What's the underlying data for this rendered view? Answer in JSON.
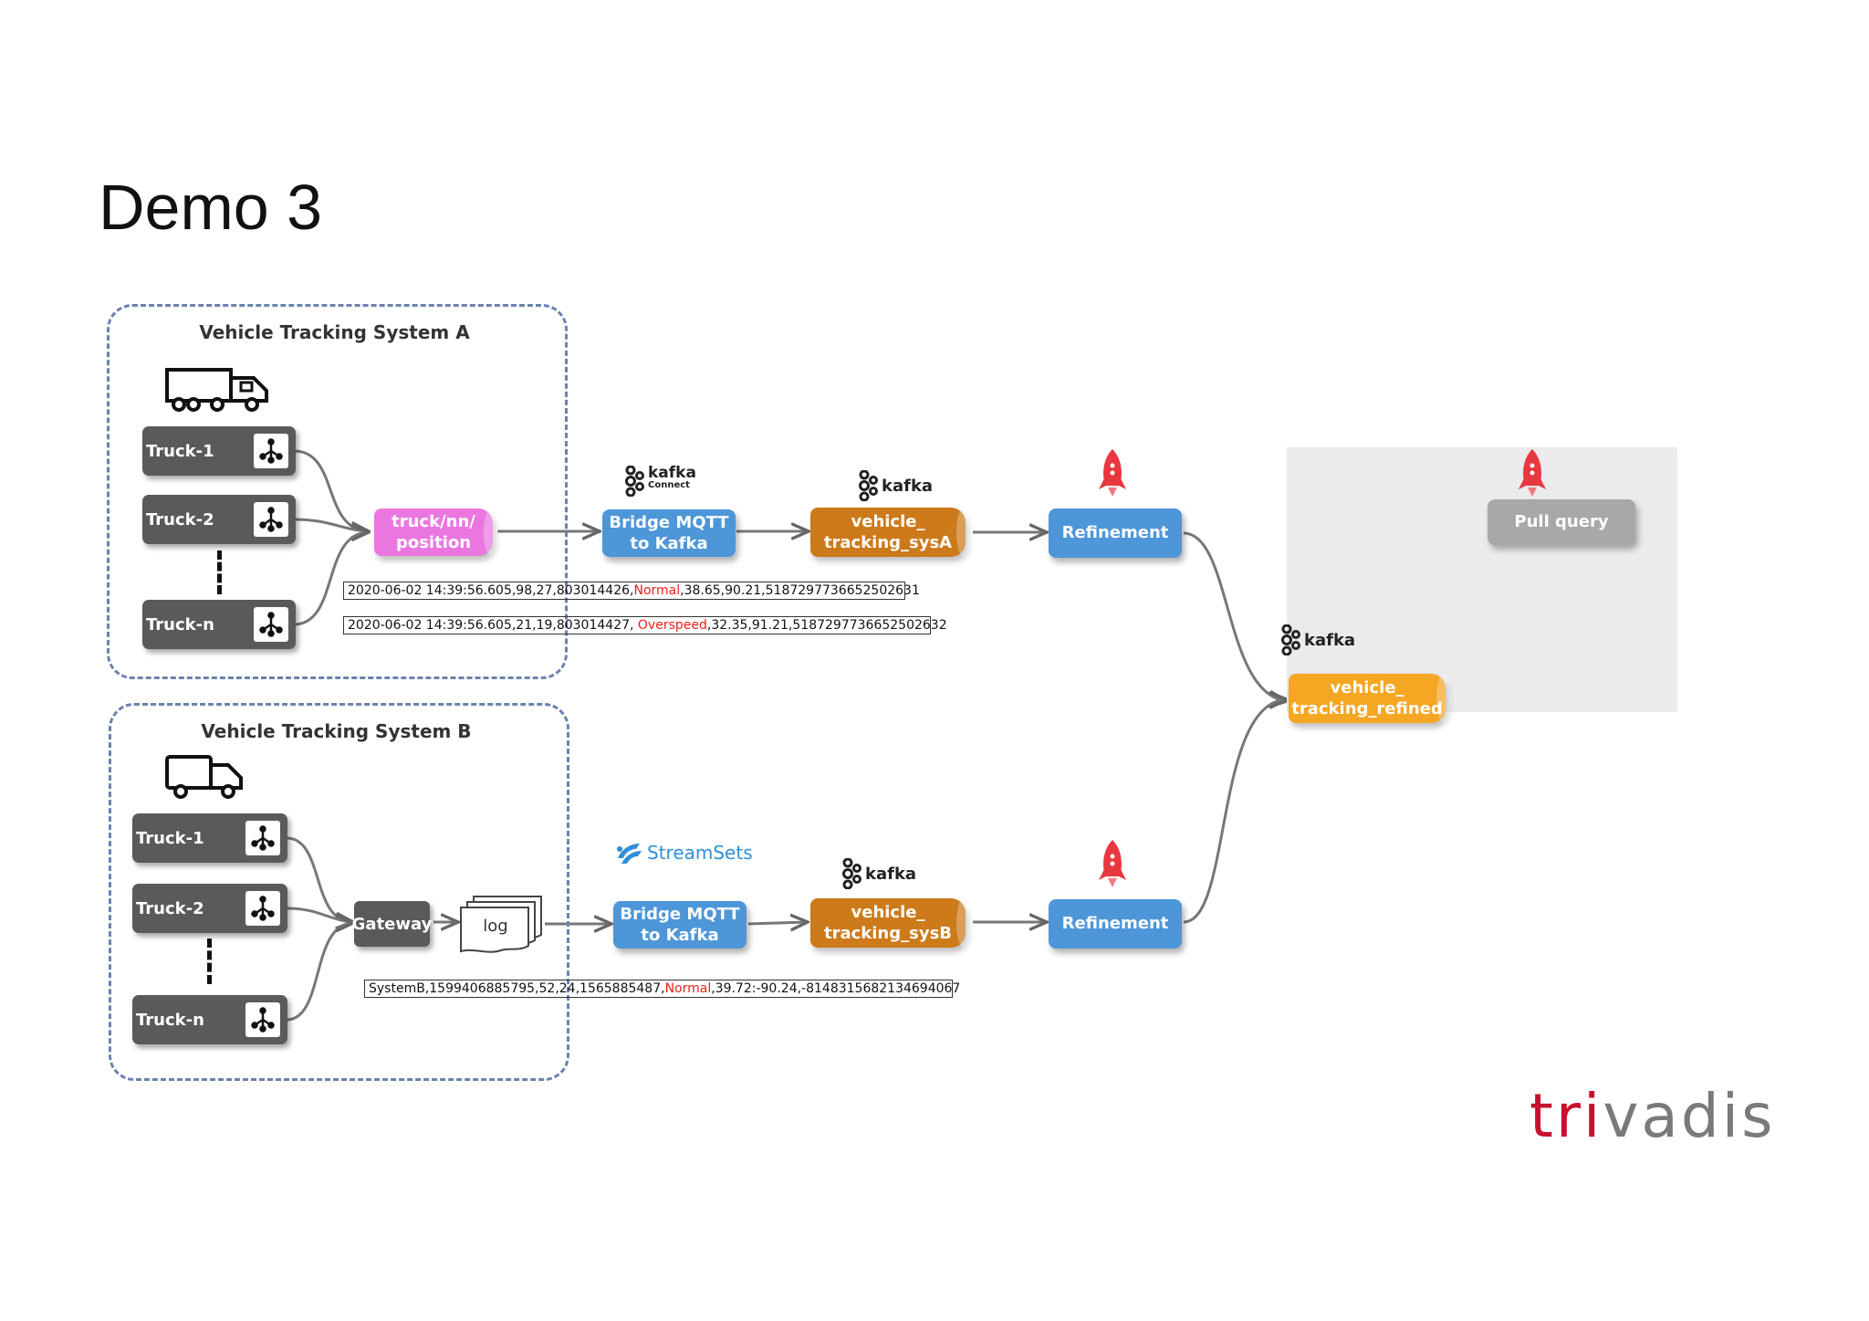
{
  "slide": {
    "title": "Demo 3"
  },
  "system_a": {
    "title": "Vehicle Tracking System A",
    "trucks": [
      "Truck-1",
      "Truck-2",
      "Truck-n"
    ],
    "topic": "truck/nn/\nposition"
  },
  "system_b": {
    "title": "Vehicle Tracking System B",
    "trucks": [
      "Truck-1",
      "Truck-2",
      "Truck-n"
    ],
    "gateway": "Gateway",
    "log": "log"
  },
  "pipeline_a": {
    "logo_kafka_connect": {
      "main": "kafka",
      "sub": "Connect"
    },
    "bridge": "Bridge MQTT\nto Kafka",
    "logo_kafka": "kafka",
    "topic": "vehicle_\ntracking_sysA",
    "refinement": "Refinement"
  },
  "pipeline_b": {
    "logo_streamsets": "StreamSets",
    "bridge": "Bridge MQTT\nto Kafka",
    "logo_kafka": "kafka",
    "topic": "vehicle_\ntracking_sysB",
    "refinement": "Refinement"
  },
  "sample_records": {
    "a1": {
      "pre": "2020-06-02 14:39:56.605,98,27,803014426,",
      "hl": "Normal",
      "post": ",38.65,90.21,5187297736652502631"
    },
    "a2": {
      "pre": "2020-06-02 14:39:56.605,21,19,803014427, ",
      "hl": "Overspeed",
      "post": ",32.35,91.21,5187297736652502632"
    },
    "b1": {
      "pre": "SystemB,1599406885795,52,24,1565885487,",
      "hl": "Normal",
      "post": ",39.72:-90.24,-8148315682134694067"
    }
  },
  "refined": {
    "logo_kafka": "kafka",
    "topic": "vehicle_\ntracking_refined",
    "pull_query": "Pull query"
  },
  "brand": {
    "logo_red": "tri",
    "logo_gray": "vadis"
  },
  "colors": {
    "processor_blue": "#4d96d8",
    "topic_orange": "#cc7a1a",
    "topic_refined": "#f5a623",
    "mqtt_topic_pink": "#ea77e0",
    "truck_gray": "#5a5a5a",
    "highlight_red": "#e8201c",
    "brand_red": "#c8102e"
  },
  "icons": [
    "truck-icon",
    "delivery-van-icon",
    "sensor-icon",
    "kafka-icon",
    "streamsets-icon",
    "rocket-icon"
  ]
}
